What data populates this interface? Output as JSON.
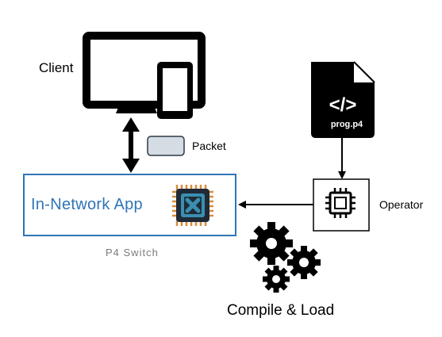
{
  "client": {
    "label": "Client"
  },
  "packet": {
    "label": "Packet"
  },
  "switch": {
    "app_label": "In-Network App",
    "device_label": "P4 Switch"
  },
  "file": {
    "name": "prog.p4",
    "code_glyph": "</>"
  },
  "operator": {
    "label": "Operator"
  },
  "compile": {
    "label": "Compile & Load"
  },
  "colors": {
    "accent_blue": "#2e75b6",
    "chip_orange": "#d88c3c",
    "chip_teal": "#3a8fb0",
    "chip_dark": "#1f2a36",
    "icon_black": "#000000",
    "packet_fill": "#d5dce4"
  }
}
